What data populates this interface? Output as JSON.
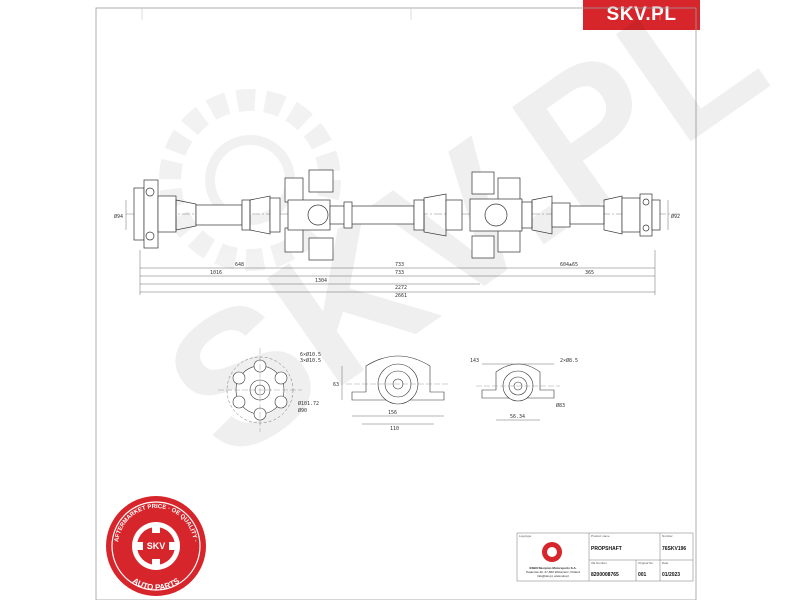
{
  "brand": {
    "label": "SKV.PL",
    "color": "#d7262b"
  },
  "seal": {
    "top_text": "AFTERMARKET PRICE · OE QUALITY ·",
    "bottom_text": "AUTO PARTS",
    "center_text": "SKV",
    "color": "#d7262b"
  },
  "watermark": "SKV.PL",
  "dimensions": {
    "side": [
      "648",
      "733",
      "604±65",
      "1016",
      "1304",
      "733",
      "365",
      "2272",
      "2661"
    ],
    "left_end": "Ø94",
    "right_end": "Ø92",
    "flange_holes": "6×Ø10.5",
    "flange_holes2": "3×Ø10.5",
    "flange_pcd": "Ø101.72",
    "flange_od": "Ø90",
    "bearing_width": "156",
    "bearing_height": "63",
    "bearing_base": "110",
    "bearing2_holes": "2×Ø8.5",
    "bearing2_dia": "Ø83",
    "bearing2_span": "143",
    "bearing2_base": "56.34"
  },
  "title_block": {
    "company_label": "Logotype",
    "company_name": "ESEN Skorpion Motorsports S.A.",
    "company_addr": "Papierów 40, 27-600 Wolomierz, Poland",
    "company_web": "info@skv.pl, www.skv.pl",
    "product_label": "Product name",
    "product_value": "PROPSHAFT",
    "number_label": "Number",
    "number_value": "76SKV196",
    "oe_label": "OE Number",
    "oe_value": "8200008765",
    "original_label": "Original No.",
    "original_value": "001",
    "date_label": "Date",
    "date_value": "01/2023"
  }
}
